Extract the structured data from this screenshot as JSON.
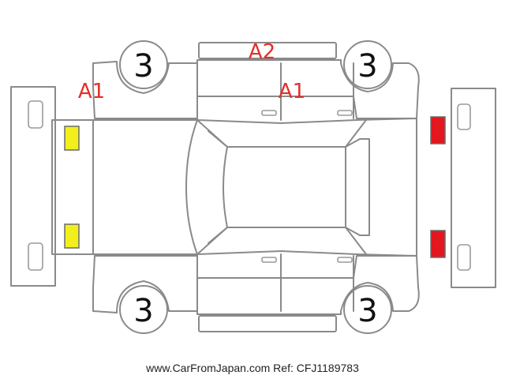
{
  "diagram": {
    "wheel_labels": {
      "front_left": "3",
      "rear_left": "3",
      "front_right": "3",
      "rear_right": "3"
    },
    "damage_labels": {
      "front_left_fender": "A1",
      "roof_edge": "A2",
      "rear_door": "A1"
    },
    "colors": {
      "damage_text": "#e0302a",
      "headlight_indicator": "#f2ef1d",
      "taillight_indicator": "#e3171d",
      "outline": "#8a8a8a"
    },
    "footer": "www.CarFromJapan.com Ref: CFJ1189783"
  }
}
